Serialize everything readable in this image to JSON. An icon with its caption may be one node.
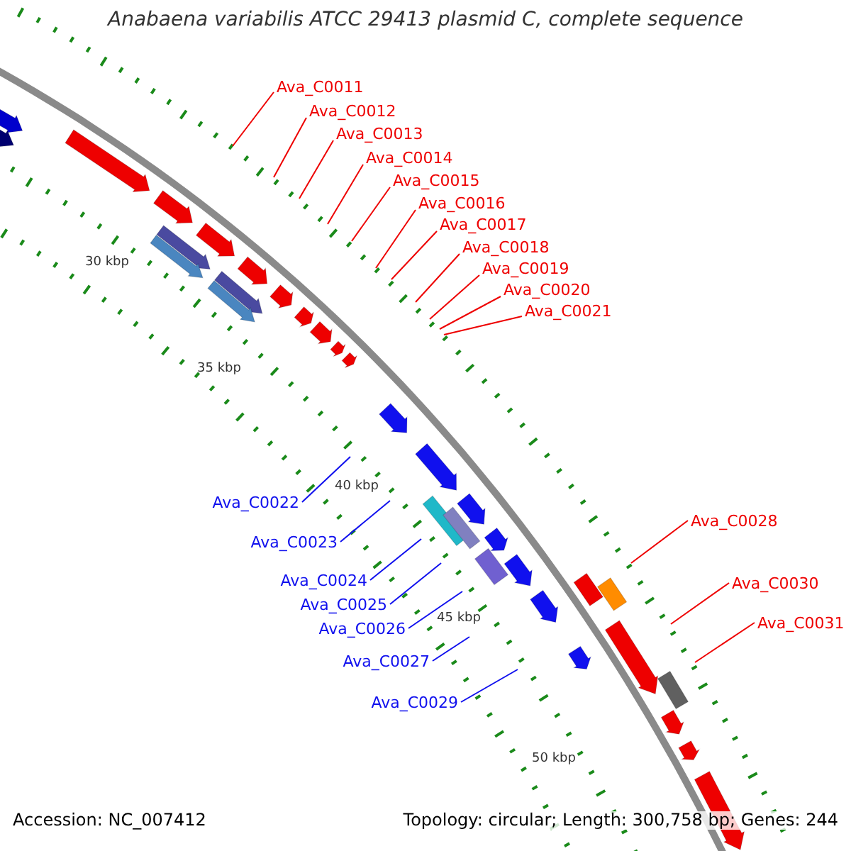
{
  "diagram": {
    "title": "Anabaena variabilis ATCC 29413 plasmid C, complete sequence",
    "nodes": [
      {
        "text": [
          "Ava_C0011"
        ]
      },
      {
        "text": [
          "Ava_C0012"
        ]
      },
      {
        "text": [
          "Ava_C0013"
        ]
      },
      {
        "text": [
          "Ava_C0014"
        ]
      },
      {
        "text": [
          "Ava_C0015"
        ]
      },
      {
        "text": [
          "Ava_C0016"
        ]
      },
      {
        "text": [
          "Ava_C0017"
        ]
      },
      {
        "text": [
          "Ava_C0018"
        ]
      },
      {
        "text": [
          "Ava_C0019"
        ]
      },
      {
        "text": [
          "Ava_C0020"
        ]
      },
      {
        "text": [
          "Ava_C0021"
        ]
      },
      {
        "text": [
          "Ava_C0022"
        ]
      },
      {
        "text": [
          "Ava_C0023"
        ]
      },
      {
        "text": [
          "Ava_C0024"
        ]
      },
      {
        "text": [
          "Ava_C0025"
        ]
      },
      {
        "text": [
          "Ava_C0026"
        ]
      },
      {
        "text": [
          "Ava_C0027"
        ]
      },
      {
        "text": [
          "Ava_C0028"
        ]
      },
      {
        "text": [
          "Ava_C0029"
        ]
      },
      {
        "text": [
          "Ava_C0030"
        ]
      },
      {
        "text": [
          "Ava_C0031"
        ]
      }
    ],
    "edges": [
      {
        "from": 0,
        "to": null,
        "arrow": "none"
      },
      {
        "from": 1,
        "to": null,
        "arrow": "none"
      },
      {
        "from": 2,
        "to": null,
        "arrow": "none"
      },
      {
        "from": 3,
        "to": null,
        "arrow": "none"
      },
      {
        "from": 4,
        "to": null,
        "arrow": "none"
      },
      {
        "from": 5,
        "to": null,
        "arrow": "none"
      },
      {
        "from": 6,
        "to": null,
        "arrow": "none"
      },
      {
        "from": 7,
        "to": null,
        "arrow": "none"
      },
      {
        "from": 8,
        "to": null,
        "arrow": "none"
      },
      {
        "from": 9,
        "to": null,
        "arrow": "none"
      },
      {
        "from": 10,
        "to": null,
        "arrow": "none"
      },
      {
        "from": 11,
        "to": null,
        "arrow": "none",
        "color": "#1010ee"
      },
      {
        "from": 12,
        "to": null,
        "arrow": "none",
        "color": "#1010ee"
      },
      {
        "from": 13,
        "to": null,
        "arrow": "none",
        "color": "#1010ee"
      },
      {
        "from": 14,
        "to": null,
        "arrow": "none",
        "color": "#1010ee"
      },
      {
        "from": 15,
        "to": null,
        "arrow": "none",
        "color": "#1010ee"
      },
      {
        "from": 16,
        "to": null,
        "arrow": "none",
        "color": "#1010ee"
      },
      {
        "from": 17,
        "to": null,
        "arrow": "none"
      },
      {
        "from": 18,
        "to": null,
        "arrow": "none",
        "color": "#1010ee"
      },
      {
        "from": 19,
        "to": null,
        "arrow": "none"
      },
      {
        "from": 20,
        "to": null,
        "arrow": "none"
      }
    ],
    "labels": [
      "30 kbp",
      "35 kbp",
      "40 kbp",
      "45 kbp",
      "50 kbp",
      "Accession: NC_007412",
      "Topology: circular; Length: 300,758 bp; Genes: 244"
    ]
  }
}
